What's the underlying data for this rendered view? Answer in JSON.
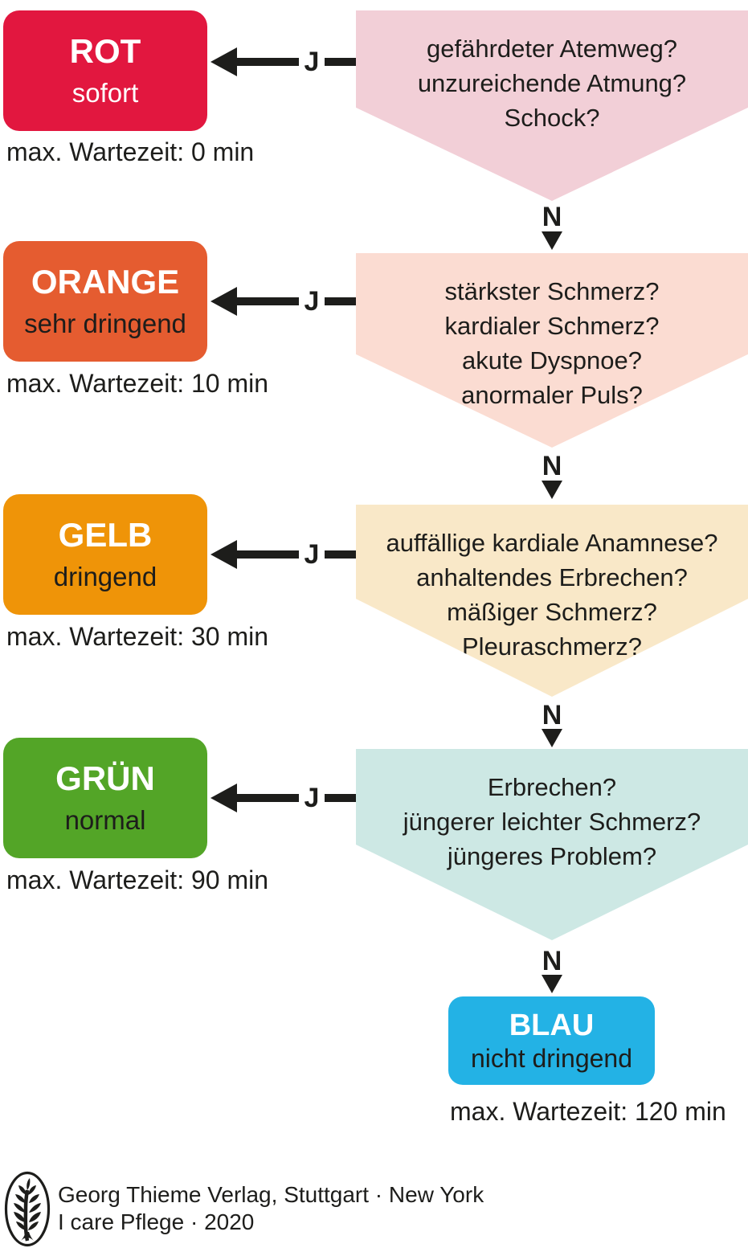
{
  "rows": [
    {
      "category": "ROT",
      "urgency": "sofort",
      "urgency_text_color": "#ffffff",
      "wait_label": "max. Wartezeit: 0 min",
      "yes_label": "J",
      "no_label": "N",
      "box_color": "#e2173f",
      "question_bg": "#f2cfd7",
      "questions": [
        "gefährdeter Atemweg?",
        "unzureichende Atmung?",
        "Schock?"
      ]
    },
    {
      "category": "ORANGE",
      "urgency": "sehr dringend",
      "urgency_text_color": "#1d1d1b",
      "wait_label": "max. Wartezeit: 10 min",
      "yes_label": "J",
      "no_label": "N",
      "box_color": "#e55c30",
      "question_bg": "#fbdcd2",
      "questions": [
        "stärkster Schmerz?",
        "kardialer Schmerz?",
        "akute Dyspnoe?",
        "anormaler Puls?"
      ]
    },
    {
      "category": "GELB",
      "urgency": "dringend",
      "urgency_text_color": "#1d1d1b",
      "wait_label": "max. Wartezeit: 30 min",
      "yes_label": "J",
      "no_label": "N",
      "box_color": "#ef9408",
      "question_bg": "#f9e8c8",
      "questions": [
        "auffällige kardiale Anamnese?",
        "anhaltendes Erbrechen?",
        "mäßiger Schmerz?",
        "Pleuraschmerz?"
      ]
    },
    {
      "category": "GRÜN",
      "urgency": "normal",
      "urgency_text_color": "#1d1d1b",
      "wait_label": "max. Wartezeit: 90 min",
      "yes_label": "J",
      "no_label": "N",
      "box_color": "#53a527",
      "question_bg": "#cde8e4",
      "questions": [
        "Erbrechen?",
        "jüngerer leichter Schmerz?",
        "jüngeres Problem?"
      ]
    }
  ],
  "final": {
    "category": "BLAU",
    "urgency": "nicht dringend",
    "urgency_text_color": "#1d1d1b",
    "wait_label": "max. Wartezeit: 120 min",
    "box_color": "#23b2e5"
  },
  "footer": {
    "publisher": "Georg Thieme Verlag, Stuttgart · New York",
    "source": "I care Pflege · 2020",
    "logo": "thieme-tree-logo"
  }
}
